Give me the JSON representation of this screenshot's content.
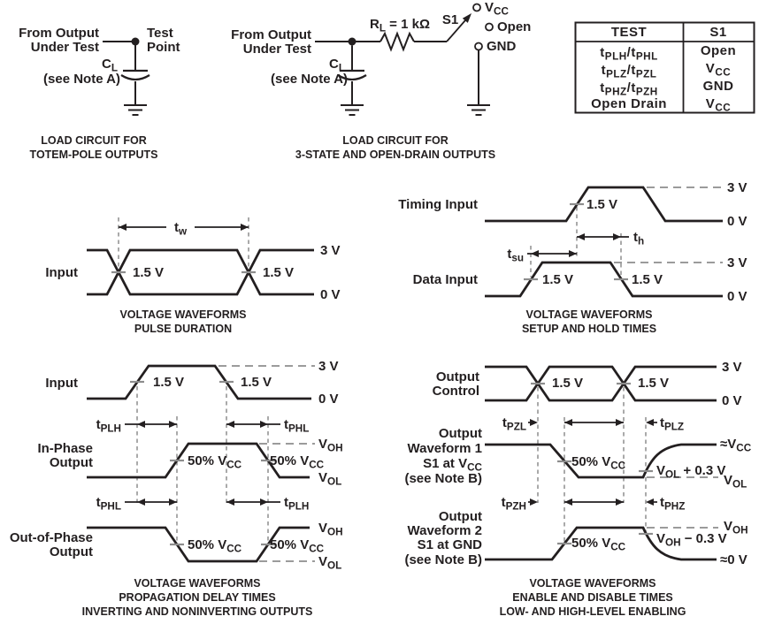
{
  "colors": {
    "ink": "#231f20",
    "guide": "#8d8d8d",
    "background": "#ffffff"
  },
  "totem_pole_circuit": {
    "source_label": [
      "From Output",
      "Under Test"
    ],
    "test_point_label": [
      "Test",
      "Point"
    ],
    "capacitor_label": "C_{L}",
    "capacitor_note": "(see Note A)",
    "caption": [
      "LOAD CIRCUIT FOR",
      "TOTEM-POLE OUTPUTS"
    ]
  },
  "three_state_circuit": {
    "source_label": [
      "From Output",
      "Under Test"
    ],
    "resistor_label": "R_{L} = 1 kΩ",
    "switch_label": "S1",
    "positions": {
      "vcc": "V_{CC}",
      "open": "Open",
      "gnd": "GND"
    },
    "capacitor_label": "C_{L}",
    "capacitor_note": "(see Note A)",
    "caption": [
      "LOAD CIRCUIT FOR",
      "3-STATE AND OPEN-DRAIN OUTPUTS"
    ]
  },
  "s1_table": {
    "headers": [
      "TEST",
      "S1"
    ],
    "rows": [
      {
        "test": "t_{PLH}/t_{PHL}",
        "s1": "Open"
      },
      {
        "test": "t_{PLZ}/t_{PZL}",
        "s1": "V_{CC}"
      },
      {
        "test": "t_{PHZ}/t_{PZH}",
        "s1": "GND"
      },
      {
        "test": "Open Drain",
        "s1": "V_{CC}"
      }
    ]
  },
  "pulse_duration": {
    "signal": "Input",
    "width": "t_{w}",
    "threshold": "1.5 V",
    "high": "3 V",
    "low": "0 V",
    "caption": [
      "VOLTAGE WAVEFORMS",
      "PULSE DURATION"
    ]
  },
  "setup_hold": {
    "timing_signal": "Timing Input",
    "data_signal": "Data Input",
    "setup": "t_{su}",
    "hold": "t_{h}",
    "threshold": "1.5 V",
    "high": "3 V",
    "low": "0 V",
    "caption": [
      "VOLTAGE WAVEFORMS",
      "SETUP AND HOLD TIMES"
    ]
  },
  "propagation_delay": {
    "input_signal": "Input",
    "inphase_signal": [
      "In-Phase",
      "Output"
    ],
    "outphase_signal": [
      "Out-of-Phase",
      "Output"
    ],
    "tplh": "t_{PLH}",
    "tphl": "t_{PHL}",
    "threshold": "1.5 V",
    "pct50": "50% V_{CC}",
    "high": "3 V",
    "low": "0 V",
    "voh": "V_{OH}",
    "vol": "V_{OL}",
    "caption": [
      "VOLTAGE WAVEFORMS",
      "PROPAGATION DELAY TIMES",
      "INVERTING AND NONINVERTING OUTPUTS"
    ]
  },
  "enable_disable": {
    "control_signal": [
      "Output",
      "Control"
    ],
    "waveform1_label": [
      "Output",
      "Waveform 1",
      "S1 at V_{CC}",
      "(see Note B)"
    ],
    "waveform2_label": [
      "Output",
      "Waveform 2",
      "S1 at GND",
      "(see Note B)"
    ],
    "tpzl": "t_{PZL}",
    "tplz": "t_{PLZ}",
    "tpzh": "t_{PZH}",
    "tphz": "t_{PHZ}",
    "threshold": "1.5 V",
    "pct50": "50% V_{CC}",
    "vol_plus": "V_{OL} + 0.3 V",
    "voh_minus": "V_{OH} − 0.3 V",
    "approx_vcc": "≈V_{CC}",
    "approx_gnd": "≈0 V",
    "voh": "V_{OH}",
    "vol": "V_{OL}",
    "high": "3 V",
    "low": "0 V",
    "caption": [
      "VOLTAGE WAVEFORMS",
      "ENABLE AND DISABLE TIMES",
      "LOW- AND HIGH-LEVEL ENABLING"
    ]
  }
}
